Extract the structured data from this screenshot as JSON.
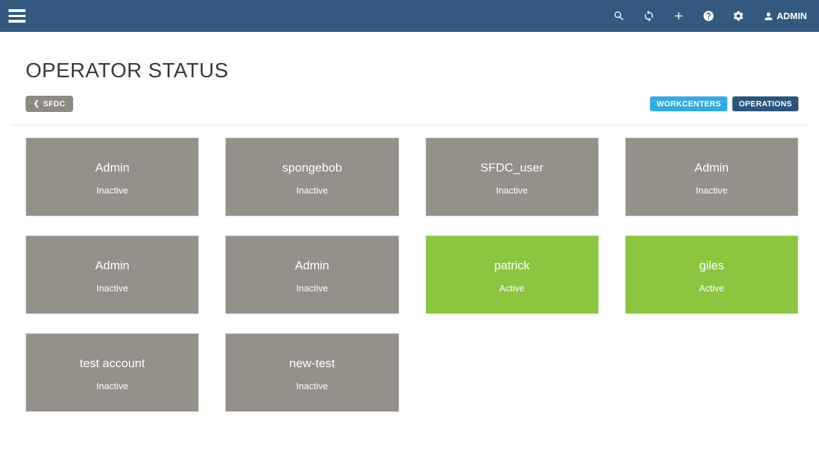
{
  "navbar": {
    "user_label": "ADMIN",
    "icons": [
      {
        "name": "menu-icon"
      },
      {
        "name": "search-icon"
      },
      {
        "name": "refresh-icon"
      },
      {
        "name": "add-icon"
      },
      {
        "name": "help-icon"
      },
      {
        "name": "settings-icon"
      },
      {
        "name": "user-icon"
      }
    ]
  },
  "page": {
    "title": "OPERATOR STATUS",
    "back_button_label": "SFDC",
    "back_chevron": "❮",
    "workcenters_button_label": "WORKCENTERS",
    "operations_button_label": "OPERATIONS"
  },
  "operators": [
    {
      "name": "Admin",
      "status": "Inactive"
    },
    {
      "name": "spongebob",
      "status": "Inactive"
    },
    {
      "name": "SFDC_user",
      "status": "Inactive"
    },
    {
      "name": "Admin",
      "status": "Inactive"
    },
    {
      "name": "Admin",
      "status": "Inactive"
    },
    {
      "name": "Admin",
      "status": "Inactive"
    },
    {
      "name": "patrick",
      "status": "Active"
    },
    {
      "name": "giles",
      "status": "Active"
    },
    {
      "name": "test account",
      "status": "Inactive"
    },
    {
      "name": "new-test",
      "status": "Inactive"
    }
  ],
  "colors": {
    "navbar_bg": "#33597f",
    "workcenters_button_bg": "#36a9e1",
    "operations_button_bg": "#2d557c",
    "back_button_bg": "#8d8983",
    "inactive_card_bg": "#94908a",
    "active_card_bg": "#8cc540",
    "title_color": "#3b3a38",
    "divider_color": "#e7e6e4"
  }
}
